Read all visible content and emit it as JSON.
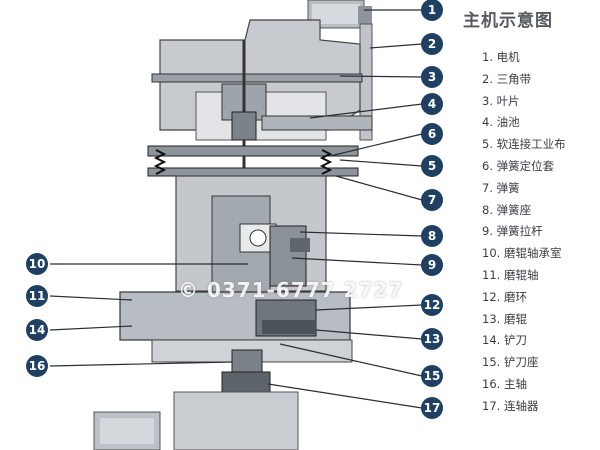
{
  "title": "主机示意图",
  "watermark": "© 0371-6777 2727",
  "colors": {
    "callout_fill": "#1f3f63",
    "leader_line": "#2a2f36",
    "machine_body": "#c7cbd0",
    "machine_dark": "#707780",
    "label_text": "#3a3e44"
  },
  "parts": [
    {
      "num": "1",
      "label": "1. 电机"
    },
    {
      "num": "2",
      "label": "2. 三角带"
    },
    {
      "num": "3",
      "label": "3. 叶片"
    },
    {
      "num": "4",
      "label": "4. 油池"
    },
    {
      "num": "5",
      "label": "5. 软连接工业布"
    },
    {
      "num": "6",
      "label": "6. 弹簧定位套"
    },
    {
      "num": "7",
      "label": "7. 弹簧"
    },
    {
      "num": "8",
      "label": "8. 弹簧座"
    },
    {
      "num": "9",
      "label": "9. 弹簧拉杆"
    },
    {
      "num": "10",
      "label": "10. 磨辊轴承室"
    },
    {
      "num": "11",
      "label": "11. 磨辊轴"
    },
    {
      "num": "12",
      "label": "12. 磨环"
    },
    {
      "num": "13",
      "label": "13. 磨辊"
    },
    {
      "num": "14",
      "label": "14. 铲刀"
    },
    {
      "num": "15",
      "label": "15. 铲刀座"
    },
    {
      "num": "16",
      "label": "16. 主轴"
    },
    {
      "num": "17",
      "label": "17. 连轴器"
    }
  ]
}
